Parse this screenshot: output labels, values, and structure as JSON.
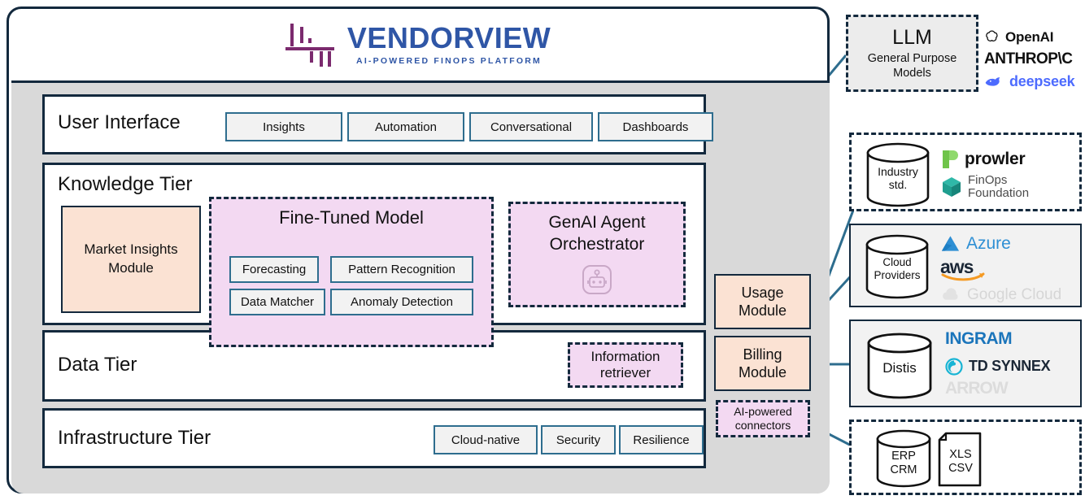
{
  "brand": {
    "name": "VENDORVIEW",
    "tagline": "AI-POWERED FINOPS PLATFORM",
    "logo_icon": "bar-mark-icon",
    "color": "#2f56a6",
    "mark_color": "#7b2a6e"
  },
  "tiers": [
    {
      "id": "user-interface",
      "title": "User Interface",
      "items": [
        "Insights",
        "Automation",
        "Conversational",
        "Dashboards"
      ]
    },
    {
      "id": "knowledge-tier",
      "title": "Knowledge Tier",
      "items": []
    },
    {
      "id": "data-tier",
      "title": "Data Tier",
      "items": []
    },
    {
      "id": "infrastructure-tier",
      "title": "Infrastructure Tier",
      "items": [
        "Cloud-native",
        "Security",
        "Resilience"
      ]
    }
  ],
  "knowledge": {
    "market_insights": "Market Insights\nModule",
    "market_insights_line1": "Market Insights",
    "market_insights_line2": "Module",
    "fine_tuned_title": "Fine-Tuned Model",
    "fine_tuned_items": [
      "Forecasting",
      "Pattern Recognition",
      "Data Matcher",
      "Anomaly Detection"
    ],
    "orchestrator_line1": "GenAI Agent",
    "orchestrator_line2": "Orchestrator",
    "orchestrator_icon": "robot-icon"
  },
  "data_tier": {
    "information_retriever_line1": "Information",
    "information_retriever_line2": "retriever"
  },
  "modules": [
    {
      "id": "usage-module",
      "line1": "Usage",
      "line2": "Module",
      "style": "peach"
    },
    {
      "id": "billing-module",
      "line1": "Billing",
      "line2": "Module",
      "style": "peach"
    },
    {
      "id": "ai-powered-connectors",
      "line1": "AI-powered",
      "line2": "connectors",
      "style": "pink-dashed"
    }
  ],
  "external": {
    "llm": {
      "title": "LLM",
      "subtitle_line1": "General Purpose",
      "subtitle_line2": "Models",
      "logos": [
        {
          "name": "openai-logo",
          "label": "OpenAI",
          "color": "#111111"
        },
        {
          "name": "anthropic-logo",
          "label": "ANTHROP\\C",
          "color": "#111111"
        },
        {
          "name": "deepseek-logo",
          "label": "deepseek",
          "color": "#4d6bfe"
        }
      ]
    },
    "industry_std": {
      "cylinder_line1": "Industry",
      "cylinder_line2": "std.",
      "logos": [
        {
          "name": "prowler-logo",
          "label": "prowler",
          "color": "#111111",
          "mark": "#6fc44a"
        },
        {
          "name": "finops-foundation-logo",
          "label_line1": "FinOps",
          "label_line2": "Foundation",
          "color": "#4c4c4c",
          "mark": "#1f9e8f"
        }
      ]
    },
    "cloud_providers": {
      "cylinder_line1": "Cloud",
      "cylinder_line2": "Providers",
      "logos": [
        {
          "name": "azure-logo",
          "label": "Azure",
          "color": "#2e8fd4",
          "mark": "#2e8fd4"
        },
        {
          "name": "aws-logo",
          "label": "aws",
          "color": "#1b2736",
          "mark": "#f59a23"
        },
        {
          "name": "google-cloud-logo",
          "label": "Google Cloud",
          "color": "#d6d6d6",
          "mark": "#e2e2e2"
        }
      ]
    },
    "distis": {
      "cylinder_line1": "Distis",
      "logos": [
        {
          "name": "ingram-logo",
          "label": "INGRAM",
          "color": "#1b75bb"
        },
        {
          "name": "td-synnex-logo",
          "label": "TD SYNNEX",
          "color": "#1b2736",
          "mark": "#18b4d4"
        },
        {
          "name": "arrow-logo",
          "label": "ARROW",
          "color": "#dcdcdc"
        }
      ]
    },
    "erp": {
      "cylinder_line1": "ERP",
      "cylinder_line2": "CRM",
      "doc_line1": "XLS",
      "doc_line2": "CSV"
    }
  },
  "colors": {
    "navy": "#13293d",
    "panel_gray": "#d9d9d9",
    "peach": "#fbe2d3",
    "pink": "#f3d9f2",
    "steel_blue": "#2e6d8e",
    "wire": "#2e6d8e"
  }
}
